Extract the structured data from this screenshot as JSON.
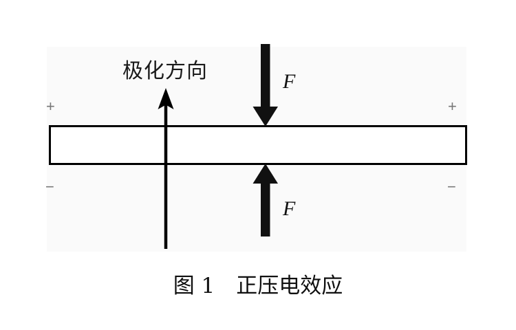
{
  "figure": {
    "caption": "图 1　正压电效应",
    "caption_number": "图 1",
    "caption_title": "正压电效应",
    "panel_background": "#fafafa",
    "page_background": "#ffffff"
  },
  "diagram": {
    "title_label": "极化方向",
    "force_top_label": "F",
    "force_bottom_label": "F",
    "charges": {
      "top_left": "+",
      "top_right": "+",
      "bottom_left": "−",
      "bottom_right": "−"
    },
    "colors": {
      "stroke": "#000000",
      "bar_fill": "#ffffff",
      "charge_sign": "#777777",
      "text": "#111111"
    },
    "elements": {
      "piezo_bar": "piezoelectric-plate",
      "polarization_arrow": "polarization-direction-arrow",
      "force_arrow_top": "downward-force-arrow",
      "force_arrow_bottom": "upward-force-arrow"
    }
  }
}
